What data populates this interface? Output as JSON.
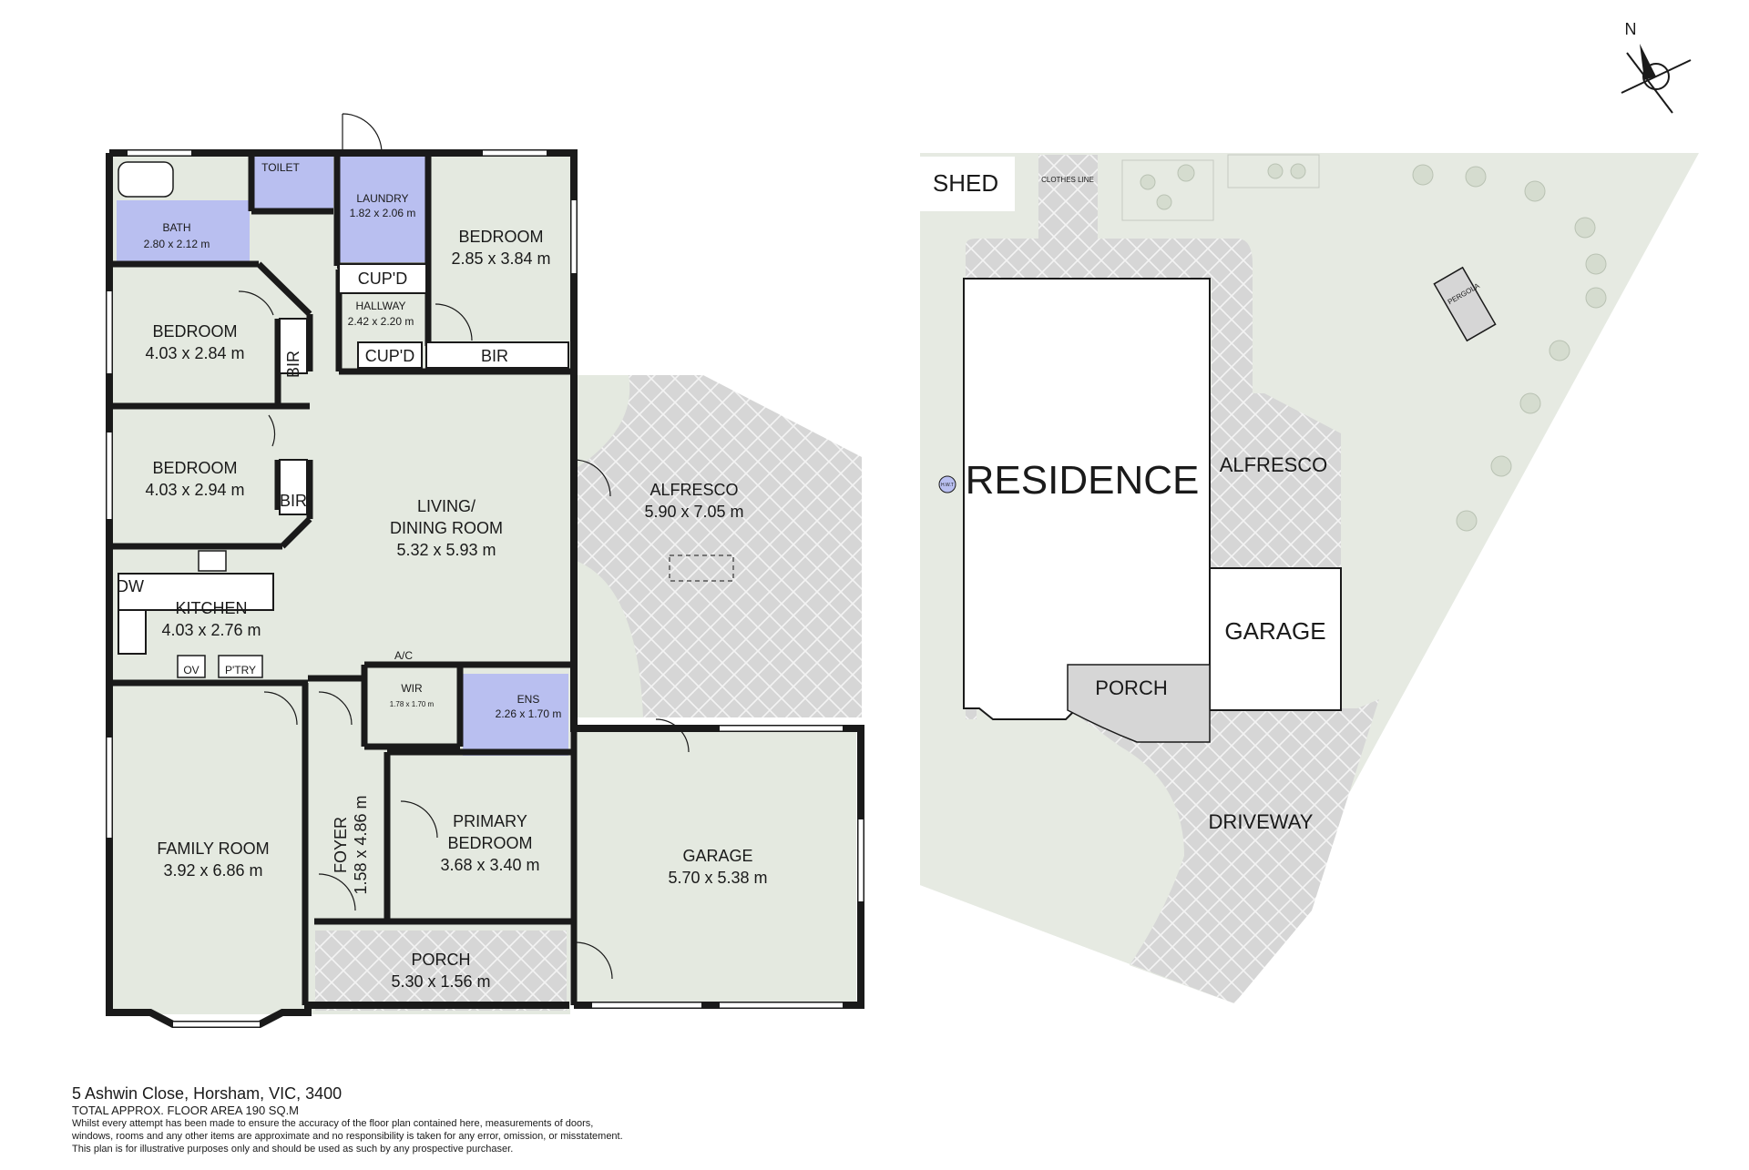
{
  "floorplan": {
    "rooms": {
      "bath": {
        "name": "BATH",
        "dims": "2.80 x 2.12 m"
      },
      "toilet": {
        "name": "TOILET"
      },
      "laundry": {
        "name": "LAUNDRY",
        "dims": "1.82 x 2.06 m"
      },
      "bedroom_ne": {
        "name": "BEDROOM",
        "dims": "2.85 x 3.84 m"
      },
      "cupd_1": {
        "name": "CUP'D"
      },
      "cupd_2": {
        "name": "CUP'D"
      },
      "hallway": {
        "name": "HALLWAY",
        "dims": "2.42 x 2.20 m"
      },
      "bedroom_w1": {
        "name": "BEDROOM",
        "dims": "4.03 x 2.84 m"
      },
      "bir_1": {
        "name": "BIR"
      },
      "bir_2": {
        "name": "BIR"
      },
      "bir_3": {
        "name": "BIR"
      },
      "bedroom_w2": {
        "name": "BEDROOM",
        "dims": "4.03 x 2.94 m"
      },
      "living": {
        "name": "LIVING/",
        "name2": "DINING ROOM",
        "dims": "5.32 x 5.93 m"
      },
      "alfresco": {
        "name": "ALFRESCO",
        "dims": "5.90 x 7.05 m"
      },
      "dw": {
        "name": "DW"
      },
      "kitchen": {
        "name": "KITCHEN",
        "dims": "4.03 x 2.76 m"
      },
      "ov": {
        "name": "OV"
      },
      "pantry": {
        "name": "P'TRY"
      },
      "ac": {
        "name": "A/C"
      },
      "wir": {
        "name": "WIR",
        "dims": "1.78 x 1.70 m"
      },
      "ens": {
        "name": "ENS",
        "dims": "2.26 x 1.70 m"
      },
      "family": {
        "name": "FAMILY ROOM",
        "dims": "3.92 x 6.86 m"
      },
      "foyer": {
        "name": "FOYER",
        "dims": "1.58 x 4.86 m"
      },
      "primary": {
        "name": "PRIMARY",
        "name2": "BEDROOM",
        "dims": "3.68 x 3.40 m"
      },
      "garage": {
        "name": "GARAGE",
        "dims": "5.70 x 5.38 m"
      },
      "porch": {
        "name": "PORCH",
        "dims": "5.30 x 1.56 m"
      }
    }
  },
  "site": {
    "shed": "SHED",
    "clothes_line": "CLOTHES LINE",
    "residence": "RESIDENCE",
    "alfresco": "ALFRESCO",
    "garage": "GARAGE",
    "porch": "PORCH",
    "driveway": "DRIVEWAY",
    "pergola": "PERGOLA",
    "hwt": "H.W.T"
  },
  "compass": {
    "north": "N"
  },
  "footer": {
    "address": "5 Ashwin Close, Horsham, VIC, 3400",
    "floor_area": "TOTAL APPROX. FLOOR AREA 190 SQ.M",
    "disclaimer_1": "Whilst every attempt has been made to ensure the accuracy of the floor plan contained here, measurements of doors,",
    "disclaimer_2": "windows, rooms and any other items are approximate and no responsibility is taken for any error, omission, or misstatement.",
    "disclaimer_3": "This plan is for illustrative purposes only and should be used as such by any prospective purchaser."
  },
  "colors": {
    "room_fill": "#e4e9e0",
    "wet_fill": "#b9bff0",
    "paving": "#d9d9d9",
    "lawn": "#e6eae2",
    "wall": "#1a1a1a"
  }
}
